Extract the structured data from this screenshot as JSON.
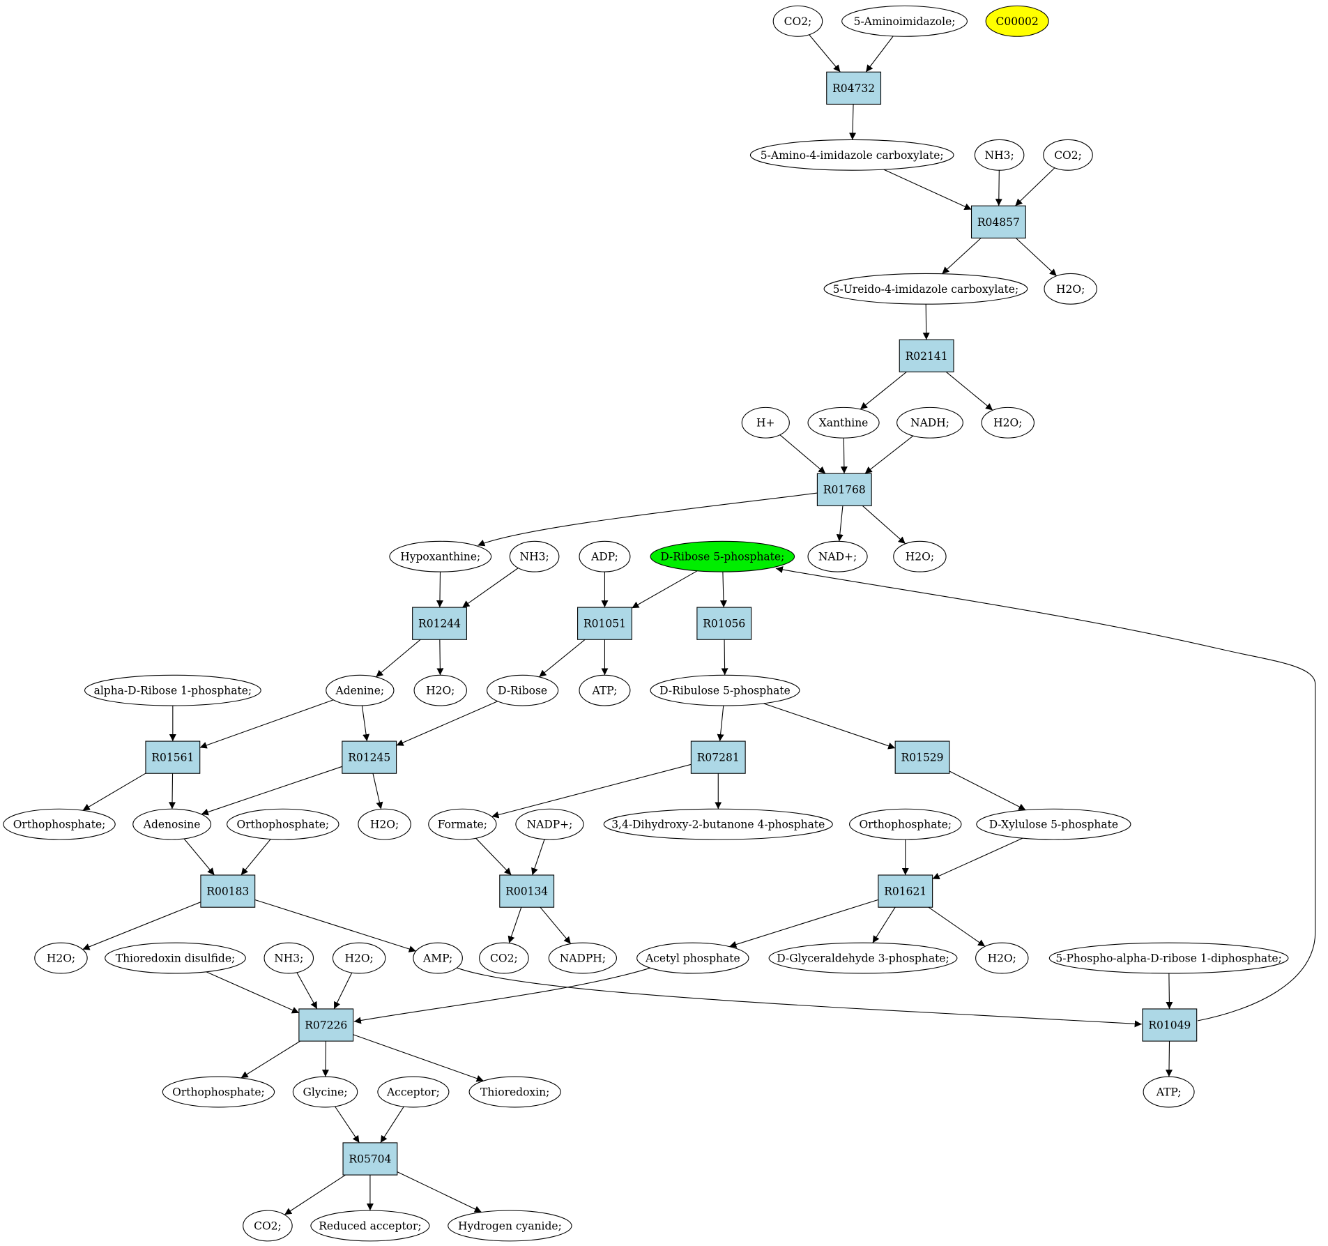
{
  "colors": {
    "reaction_fill": "#add8e6",
    "compound_fill": "#ffffff",
    "highlight_green": "#00ee00",
    "highlight_yellow": "#ffff00",
    "stroke": "#000000"
  },
  "reactions": [
    {
      "id": "R04732",
      "label": "R04732"
    },
    {
      "id": "R04857",
      "label": "R04857"
    },
    {
      "id": "R02141",
      "label": "R02141"
    },
    {
      "id": "R01768",
      "label": "R01768"
    },
    {
      "id": "R01244",
      "label": "R01244"
    },
    {
      "id": "R01051",
      "label": "R01051"
    },
    {
      "id": "R01056",
      "label": "R01056"
    },
    {
      "id": "R01561",
      "label": "R01561"
    },
    {
      "id": "R01245",
      "label": "R01245"
    },
    {
      "id": "R07281",
      "label": "R07281"
    },
    {
      "id": "R01529",
      "label": "R01529"
    },
    {
      "id": "R00183",
      "label": "R00183"
    },
    {
      "id": "R00134",
      "label": "R00134"
    },
    {
      "id": "R01621",
      "label": "R01621"
    },
    {
      "id": "R07226",
      "label": "R07226"
    },
    {
      "id": "R01049",
      "label": "R01049"
    },
    {
      "id": "R05704",
      "label": "R05704"
    }
  ],
  "compounds": [
    {
      "id": "co2_a",
      "label": "CO2;"
    },
    {
      "id": "aminoimidazole",
      "label": "5-Aminoimidazole;"
    },
    {
      "id": "c00002",
      "label": "C00002",
      "highlight": "yellow"
    },
    {
      "id": "aica",
      "label": "5-Amino-4-imidazole carboxylate;"
    },
    {
      "id": "nh3_a",
      "label": "NH3;"
    },
    {
      "id": "co2_b",
      "label": "CO2;"
    },
    {
      "id": "ureido",
      "label": "5-Ureido-4-imidazole carboxylate;"
    },
    {
      "id": "h2o_a",
      "label": "H2O;"
    },
    {
      "id": "hplus",
      "label": "H+"
    },
    {
      "id": "xanthine",
      "label": "Xanthine"
    },
    {
      "id": "nadh",
      "label": "NADH;"
    },
    {
      "id": "h2o_b",
      "label": "H2O;"
    },
    {
      "id": "hypoxanthine",
      "label": "Hypoxanthine;"
    },
    {
      "id": "nh3_b",
      "label": "NH3;"
    },
    {
      "id": "adp",
      "label": "ADP;"
    },
    {
      "id": "r5p",
      "label": "D-Ribose 5-phosphate;",
      "highlight": "green"
    },
    {
      "id": "nadplus",
      "label": "NAD+;"
    },
    {
      "id": "h2o_c",
      "label": "H2O;"
    },
    {
      "id": "ar1p",
      "label": "alpha-D-Ribose 1-phosphate;"
    },
    {
      "id": "adenine",
      "label": "Adenine;"
    },
    {
      "id": "h2o_d",
      "label": "H2O;"
    },
    {
      "id": "dribose",
      "label": "D-Ribose"
    },
    {
      "id": "atp_a",
      "label": "ATP;"
    },
    {
      "id": "ru5p",
      "label": "D-Ribulose 5-phosphate"
    },
    {
      "id": "pi_a",
      "label": "Orthophosphate;"
    },
    {
      "id": "adenosine",
      "label": "Adenosine"
    },
    {
      "id": "pi_b",
      "label": "Orthophosphate;"
    },
    {
      "id": "h2o_e",
      "label": "H2O;"
    },
    {
      "id": "formate",
      "label": "Formate;"
    },
    {
      "id": "nadpplus",
      "label": "NADP+;"
    },
    {
      "id": "dhbp",
      "label": "3,4-Dihydroxy-2-butanone 4-phosphate"
    },
    {
      "id": "pi_c",
      "label": "Orthophosphate;"
    },
    {
      "id": "xu5p",
      "label": "D-Xylulose 5-phosphate"
    },
    {
      "id": "h2o_f",
      "label": "H2O;"
    },
    {
      "id": "trx_ss",
      "label": "Thioredoxin disulfide;"
    },
    {
      "id": "nh3_c",
      "label": "NH3;"
    },
    {
      "id": "h2o_g",
      "label": "H2O;"
    },
    {
      "id": "amp",
      "label": "AMP;"
    },
    {
      "id": "co2_c",
      "label": "CO2;"
    },
    {
      "id": "nadph",
      "label": "NADPH;"
    },
    {
      "id": "acetylp",
      "label": "Acetyl phosphate"
    },
    {
      "id": "g3p",
      "label": "D-Glyceraldehyde 3-phosphate;"
    },
    {
      "id": "h2o_h",
      "label": "H2O;"
    },
    {
      "id": "prpp",
      "label": "5-Phospho-alpha-D-ribose 1-diphosphate;"
    },
    {
      "id": "pi_d",
      "label": "Orthophosphate;"
    },
    {
      "id": "glycine",
      "label": "Glycine;"
    },
    {
      "id": "acceptor",
      "label": "Acceptor;"
    },
    {
      "id": "thioredoxin",
      "label": "Thioredoxin;"
    },
    {
      "id": "atp_b",
      "label": "ATP;"
    },
    {
      "id": "co2_d",
      "label": "CO2;"
    },
    {
      "id": "reduced_acceptor",
      "label": "Reduced acceptor;"
    },
    {
      "id": "hcn",
      "label": "Hydrogen cyanide;"
    }
  ],
  "edges": [
    [
      "co2_a",
      "R04732"
    ],
    [
      "aminoimidazole",
      "R04732"
    ],
    [
      "R04732",
      "aica"
    ],
    [
      "aica",
      "R04857"
    ],
    [
      "nh3_a",
      "R04857"
    ],
    [
      "co2_b",
      "R04857"
    ],
    [
      "R04857",
      "ureido"
    ],
    [
      "R04857",
      "h2o_a"
    ],
    [
      "ureido",
      "R02141"
    ],
    [
      "R02141",
      "xanthine"
    ],
    [
      "R02141",
      "h2o_b"
    ],
    [
      "hplus",
      "R01768"
    ],
    [
      "xanthine",
      "R01768"
    ],
    [
      "nadh",
      "R01768"
    ],
    [
      "R01768",
      "hypoxanthine"
    ],
    [
      "R01768",
      "nadplus"
    ],
    [
      "R01768",
      "h2o_c"
    ],
    [
      "hypoxanthine",
      "R01244"
    ],
    [
      "nh3_b",
      "R01244"
    ],
    [
      "R01244",
      "adenine"
    ],
    [
      "R01244",
      "h2o_d"
    ],
    [
      "adp",
      "R01051"
    ],
    [
      "r5p",
      "R01051"
    ],
    [
      "R01051",
      "dribose"
    ],
    [
      "R01051",
      "atp_a"
    ],
    [
      "r5p",
      "R01056"
    ],
    [
      "R01056",
      "ru5p"
    ],
    [
      "ar1p",
      "R01561"
    ],
    [
      "adenine",
      "R01561"
    ],
    [
      "R01561",
      "pi_a"
    ],
    [
      "R01561",
      "adenosine"
    ],
    [
      "adenine",
      "R01245"
    ],
    [
      "dribose",
      "R01245"
    ],
    [
      "R01245",
      "adenosine"
    ],
    [
      "R01245",
      "h2o_e"
    ],
    [
      "ru5p",
      "R07281"
    ],
    [
      "ru5p",
      "R01529"
    ],
    [
      "R07281",
      "formate"
    ],
    [
      "R07281",
      "dhbp"
    ],
    [
      "R01529",
      "xu5p"
    ],
    [
      "adenosine",
      "R00183"
    ],
    [
      "pi_b",
      "R00183"
    ],
    [
      "R00183",
      "h2o_g"
    ],
    [
      "R00183",
      "amp"
    ],
    [
      "formate",
      "R00134"
    ],
    [
      "nadpplus",
      "R00134"
    ],
    [
      "R00134",
      "co2_c"
    ],
    [
      "R00134",
      "nadph"
    ],
    [
      "pi_c",
      "R01621"
    ],
    [
      "xu5p",
      "R01621"
    ],
    [
      "R01621",
      "acetylp"
    ],
    [
      "R01621",
      "g3p"
    ],
    [
      "R01621",
      "h2o_f"
    ],
    [
      "trx_ss",
      "R07226"
    ],
    [
      "nh3_c",
      "R07226"
    ],
    [
      "h2o_h",
      "R07226"
    ],
    [
      "acetylp",
      "R07226"
    ],
    [
      "R07226",
      "pi_d"
    ],
    [
      "R07226",
      "glycine"
    ],
    [
      "R07226",
      "thioredoxin"
    ],
    [
      "amp",
      "R01049"
    ],
    [
      "prpp",
      "R01049"
    ],
    [
      "R01049",
      "atp_b"
    ],
    [
      "R01049",
      "r5p"
    ],
    [
      "glycine",
      "R05704"
    ],
    [
      "acceptor",
      "R05704"
    ],
    [
      "R05704",
      "co2_d"
    ],
    [
      "R05704",
      "reduced_acceptor"
    ],
    [
      "R05704",
      "hcn"
    ]
  ]
}
